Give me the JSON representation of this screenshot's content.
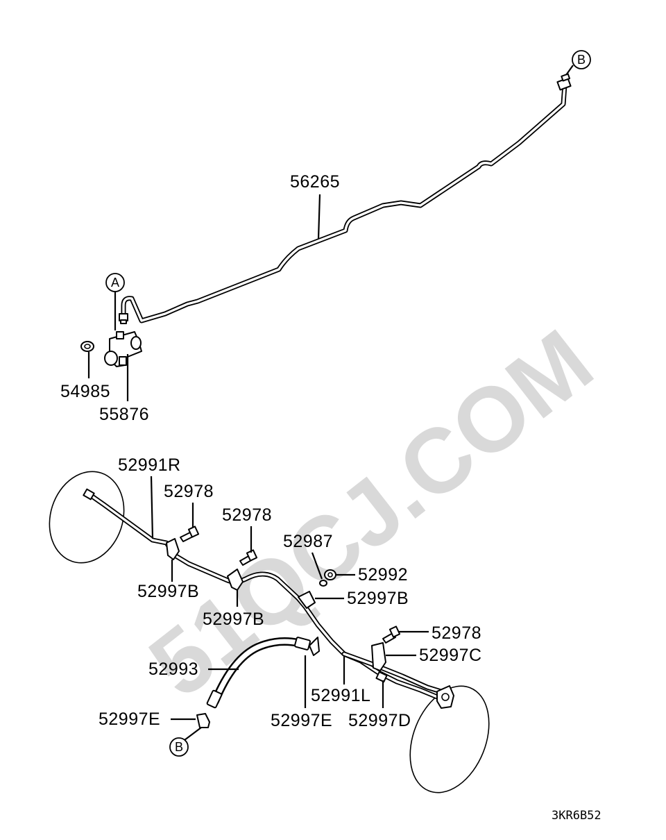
{
  "watermark": "51QCJ.COM",
  "drawing_code": "3KR6B52",
  "refs": {
    "a": "A",
    "b_top": "B",
    "b_bottom": "B"
  },
  "labels": {
    "p56265": "56265",
    "p54985": "54985",
    "p55876": "55876",
    "p52991r": "52991R",
    "p52978_1": "52978",
    "p52978_2": "52978",
    "p52987": "52987",
    "p52992": "52992",
    "p52997b_1": "52997B",
    "p52997b_2": "52997B",
    "p52997b_3": "52997B",
    "p52978_3": "52978",
    "p52997c": "52997C",
    "p52993": "52993",
    "p52991l": "52991L",
    "p52997e_1": "52997E",
    "p52997e_2": "52997E",
    "p52997d": "52997D"
  }
}
